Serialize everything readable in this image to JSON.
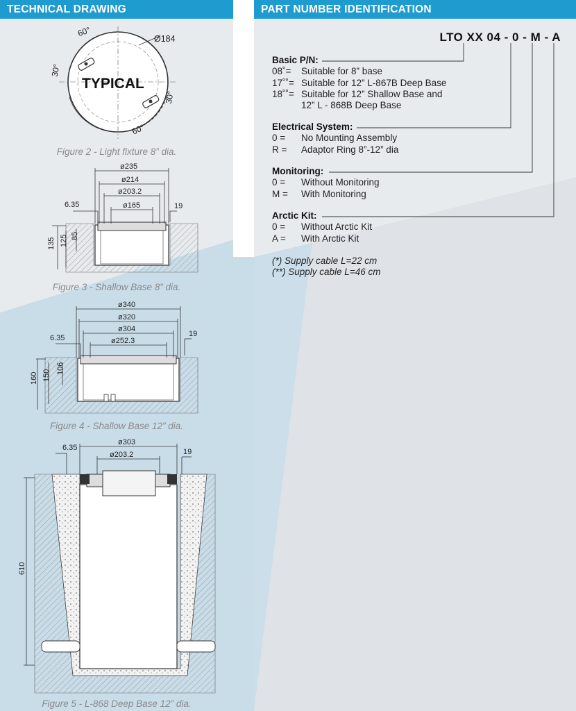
{
  "headers": {
    "left": "TECHNICAL DRAWING",
    "right": "PART NUMBER IDENTIFICATION"
  },
  "figures": {
    "fig2": {
      "caption": "Figure 2 - Light fixture 8” dia.",
      "typical": "TYPICAL",
      "dia": "Ø184",
      "angle_a": "60°",
      "angle_b": "30°",
      "angle_c": "30°",
      "angle_d": "60°"
    },
    "fig3": {
      "caption": "Figure 3 - Shallow Base 8” dia.",
      "d1": "ø235",
      "d2": "ø214",
      "d3": "ø203.2",
      "d4": "ø165",
      "left_off": "6.35",
      "right_off": "19",
      "h1": "135",
      "h2": "125",
      "h3": "85"
    },
    "fig4": {
      "caption": "Figure 4 - Shallow Base 12” dia.",
      "d1": "ø340",
      "d2": "ø320",
      "d3": "ø304",
      "d4": "ø252.3",
      "left_off": "6.35",
      "right_off": "19",
      "h1": "160",
      "h2": "150",
      "h3": "106"
    },
    "fig5": {
      "caption": "Figure 5 - L-868 Deep Base 12” dia.",
      "d1": "ø303",
      "d2": "ø203.2",
      "left_off": "6.35",
      "right_off": "19",
      "h1": "610"
    }
  },
  "part_number": {
    "code": "LTO XX 04 - 0 - M - A",
    "sections": [
      {
        "title": "Basic P/N:",
        "rows": [
          {
            "code": "08˚=",
            "desc": "Suitable for 8” base"
          },
          {
            "code": "17˚˚=",
            "desc": "Suitable for 12” L-867B Deep Base"
          },
          {
            "code": "18˚˚=",
            "desc": "Suitable for 12” Shallow Base and"
          },
          {
            "code": "",
            "desc": "12” L - 868B Deep Base"
          }
        ]
      },
      {
        "title": "Electrical System:",
        "rows": [
          {
            "code": "0  =",
            "desc": "No Mounting Assembly"
          },
          {
            "code": "R  =",
            "desc": "Adaptor Ring 8”-12” dia"
          }
        ]
      },
      {
        "title": "Monitoring:",
        "rows": [
          {
            "code": "0  =",
            "desc": "Without Monitoring"
          },
          {
            "code": "M  =",
            "desc": "With Monitoring"
          }
        ]
      },
      {
        "title": "Arctic Kit:",
        "rows": [
          {
            "code": "0  =",
            "desc": "Without Arctic Kit"
          },
          {
            "code": "A  =",
            "desc": "With Arctic Kit"
          }
        ]
      }
    ],
    "notes": [
      "(*) Supply cable L=22 cm",
      "(**) Supply cable L=46 cm"
    ]
  },
  "colors": {
    "accent": "#1e9ccf",
    "panel_grey": "#e6e9ec",
    "panel_blue": "#c8dce8"
  }
}
